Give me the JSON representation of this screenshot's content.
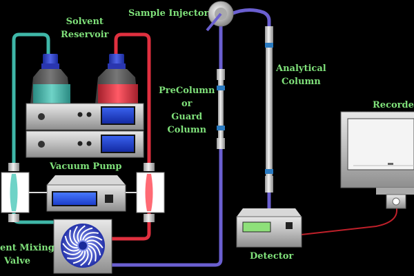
{
  "labels": {
    "solvent_reservoir_line1": "Solvent",
    "solvent_reservoir_line2": "Reservoir",
    "sample_injector": "Sample Injector",
    "analytical_column_line1": "Analytical",
    "analytical_column_line2": "Column",
    "precolumn_line1": "PreColumn",
    "precolumn_line2": "or",
    "precolumn_line3": "Guard",
    "precolumn_line4": "Column",
    "recorder": "Recorder",
    "vacuum_pump": "Vacuum Pump",
    "mixing_valve_line1": "ent Mixing",
    "mixing_valve_line2": "Valve",
    "detector": "Detector"
  },
  "colors": {
    "label_green": "#7fe07a",
    "teal_line": "#3fb7a8",
    "red_line": "#e0303f",
    "purple_line": "#6a5fd0",
    "detector_signal_line": "#c0202a",
    "screen_blue": "#1e3fd0",
    "lcd_green": "#8ee07a"
  },
  "icons": [
    "bottle-icon",
    "pump-icon",
    "mixing-valve-icon",
    "injector-valve-icon",
    "column-icon",
    "monitor-icon"
  ]
}
